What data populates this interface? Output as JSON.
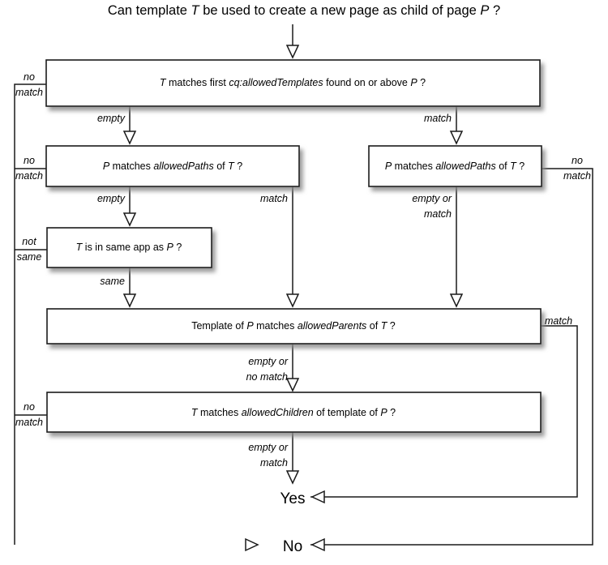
{
  "diagram": {
    "title": "Can template T be used to create a new page as child of page P ?",
    "title_parts": [
      {
        "text": "Can template ",
        "italic": false
      },
      {
        "text": "T",
        "italic": true
      },
      {
        "text": " be used to create a new page as child of page ",
        "italic": false
      },
      {
        "text": "P",
        "italic": true
      },
      {
        "text": " ?",
        "italic": false
      }
    ],
    "nodes": [
      {
        "id": "allowed-templates",
        "text": "T matches first cq:allowedTemplates found on or above P ?",
        "parts": [
          {
            "text": "T",
            "italic": true
          },
          {
            "text": " matches first ",
            "italic": false
          },
          {
            "text": "cq:allowedTemplates",
            "italic": true
          },
          {
            "text": " found on or above ",
            "italic": false
          },
          {
            "text": "P",
            "italic": true
          },
          {
            "text": " ?",
            "italic": false
          }
        ]
      },
      {
        "id": "allowed-paths-left",
        "text": "P matches allowedPaths of T ?",
        "parts": [
          {
            "text": "P",
            "italic": true
          },
          {
            "text": " matches ",
            "italic": false
          },
          {
            "text": "allowedPaths",
            "italic": true
          },
          {
            "text": " of ",
            "italic": false
          },
          {
            "text": "T",
            "italic": true
          },
          {
            "text": " ?",
            "italic": false
          }
        ]
      },
      {
        "id": "allowed-paths-right",
        "text": "P matches allowedPaths of T ?",
        "parts": [
          {
            "text": "P",
            "italic": true
          },
          {
            "text": " matches ",
            "italic": false
          },
          {
            "text": "allowedPaths",
            "italic": true
          },
          {
            "text": " of ",
            "italic": false
          },
          {
            "text": "T",
            "italic": true
          },
          {
            "text": " ?",
            "italic": false
          }
        ]
      },
      {
        "id": "same-app",
        "text": "T is in same app as P ?",
        "parts": [
          {
            "text": "T",
            "italic": true
          },
          {
            "text": " is in same app as ",
            "italic": false
          },
          {
            "text": "P",
            "italic": true
          },
          {
            "text": " ?",
            "italic": false
          }
        ]
      },
      {
        "id": "allowed-parents",
        "text": "Template of P matches allowedParents of T ?",
        "parts": [
          {
            "text": "Template of ",
            "italic": false
          },
          {
            "text": "P",
            "italic": true
          },
          {
            "text": " matches ",
            "italic": false
          },
          {
            "text": "allowedParents",
            "italic": true
          },
          {
            "text": " of ",
            "italic": false
          },
          {
            "text": "T",
            "italic": true
          },
          {
            "text": " ?",
            "italic": false
          }
        ]
      },
      {
        "id": "allowed-children",
        "text": "T matches allowedChildren of template of P ?",
        "parts": [
          {
            "text": "T",
            "italic": true
          },
          {
            "text": " matches ",
            "italic": false
          },
          {
            "text": "allowedChildren",
            "italic": true
          },
          {
            "text": " of template of ",
            "italic": false
          },
          {
            "text": "P",
            "italic": true
          },
          {
            "text": " ?",
            "italic": false
          }
        ]
      }
    ],
    "edge_labels": {
      "templates_no_match_l1": "no",
      "templates_no_match_l2": "match",
      "templates_empty": "empty",
      "templates_match": "match",
      "paths_left_no_match_l1": "no",
      "paths_left_no_match_l2": "match",
      "paths_left_empty": "empty",
      "paths_left_match": "match",
      "paths_right_no_match_l1": "no",
      "paths_right_no_match_l2": "match",
      "paths_right_empty_or_l1": "empty or",
      "paths_right_empty_or_l2": "match",
      "same_app_not_same_l1": "not",
      "same_app_not_same_l2": "same",
      "same_app_same": "same",
      "parents_match": "match",
      "parents_empty_or_l1": "empty or",
      "parents_empty_or_l2": "no match",
      "children_no_match_l1": "no",
      "children_no_match_l2": "match",
      "children_empty_or_l1": "empty or",
      "children_empty_or_l2": "match"
    },
    "terminals": {
      "yes": "Yes",
      "no": "No"
    },
    "colors": {
      "stroke": "#1a1a1a",
      "box_fill": "#ffffff",
      "text": "#000000",
      "background": "#ffffff",
      "shadow": "#9a9a9a"
    }
  }
}
